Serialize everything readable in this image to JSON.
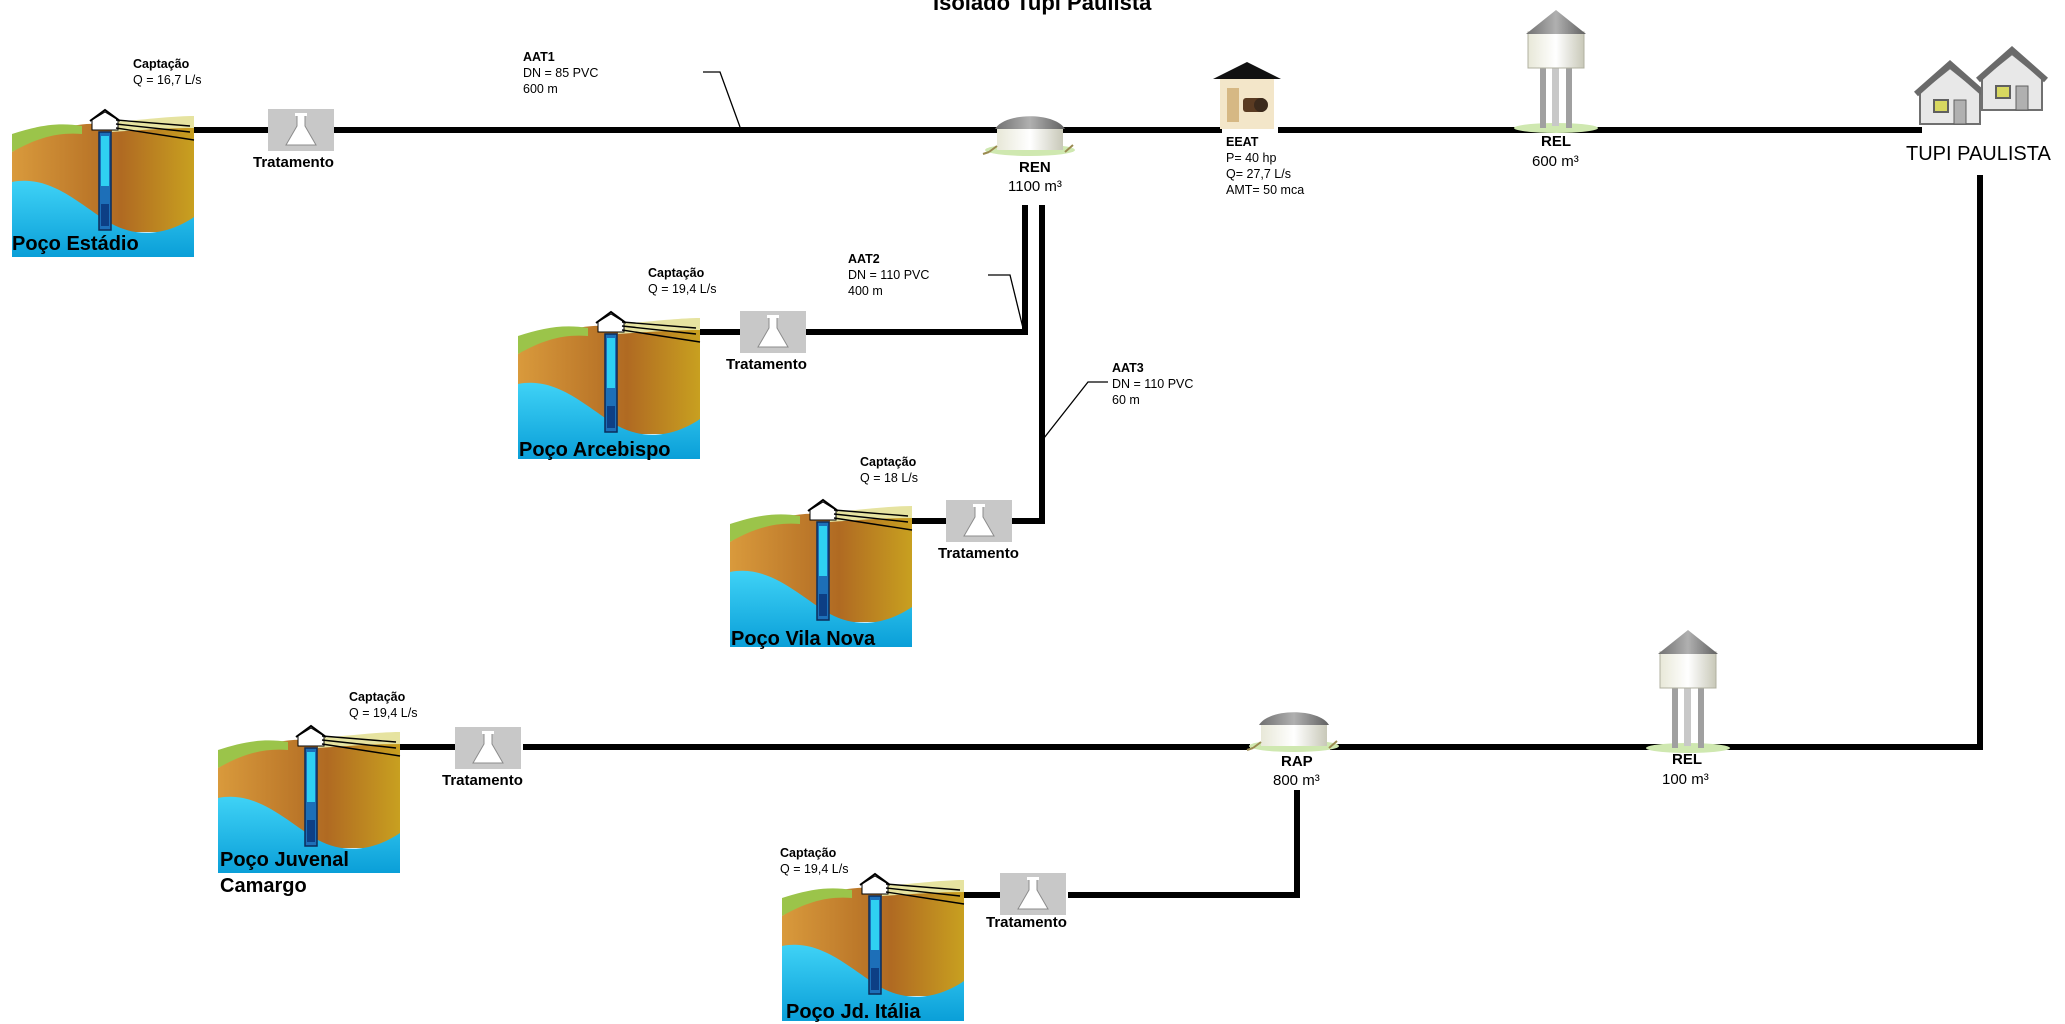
{
  "title": "Isolado Tupi Paulista",
  "wells": [
    {
      "name": "Poço Estádio",
      "captacao_label": "Captação",
      "flow": "Q = 16,7 L/s",
      "treatment": "Tratamento"
    },
    {
      "name": "Poço Arcebispo",
      "captacao_label": "Captação",
      "flow": "Q = 19,4 L/s",
      "treatment": "Tratamento"
    },
    {
      "name": "Poço Vila Nova",
      "captacao_label": "Captação",
      "flow": "Q = 18 L/s",
      "treatment": "Tratamento"
    },
    {
      "name_line1": "Poço Juvenal",
      "name_line2": "Camargo",
      "captacao_label": "Captação",
      "flow": "Q = 19,4 L/s",
      "treatment": "Tratamento"
    },
    {
      "name": "Poço Jd. Itália",
      "captacao_label": "Captação",
      "flow": "Q = 19,4 L/s",
      "treatment": "Tratamento"
    }
  ],
  "mains": [
    {
      "name": "AAT1",
      "dn": "DN = 85 PVC",
      "length": "600 m"
    },
    {
      "name": "AAT2",
      "dn": "DN = 110 PVC",
      "length": "400 m"
    },
    {
      "name": "AAT3",
      "dn": "DN = 110 PVC",
      "length": "60 m"
    }
  ],
  "reservoirs": [
    {
      "name": "REN",
      "volume": "1100 m³"
    },
    {
      "name": "REL",
      "volume": "600 m³"
    },
    {
      "name": "RAP",
      "volume": "800 m³"
    },
    {
      "name": "REL",
      "volume": "100 m³"
    }
  ],
  "pump_station": {
    "name": "EEAT",
    "power": "P= 40 hp",
    "flow": "Q= 27,7 L/s",
    "amt": "AMT= 50 mca"
  },
  "city": {
    "name": "TUPI PAULISTA"
  },
  "colors": {
    "pipe": "#000000",
    "water": "#20c0ec",
    "soil": "#c07a2a",
    "treatment_box": "#c8c8c8",
    "tank_roof": "#909090"
  }
}
